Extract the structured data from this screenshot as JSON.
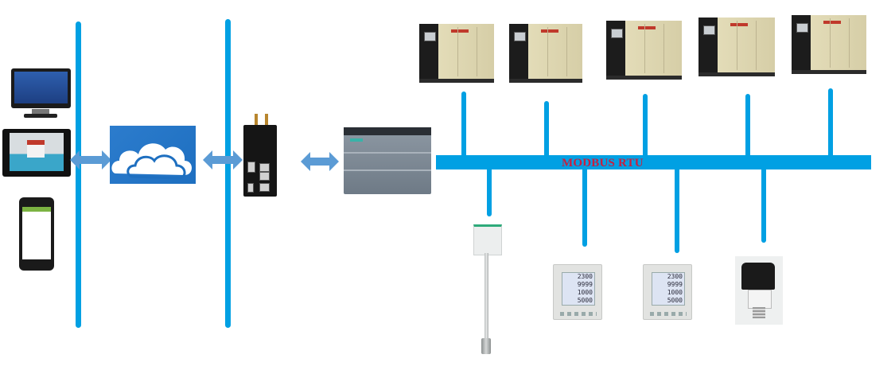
{
  "diagram": {
    "type": "network-topology",
    "bus_label": "MODBUS RTU",
    "colors": {
      "line": "#00A0E3",
      "arrow": "#5B9BD5",
      "bus_label": "#C8203F",
      "cloud": "#1E6FC0"
    },
    "clients": [
      {
        "name": "desktop-monitor",
        "kind": "SCADA monitor"
      },
      {
        "name": "tablet",
        "kind": "HMI tablet"
      },
      {
        "name": "smartphone",
        "kind": "mobile app"
      }
    ],
    "cloud": {
      "kind": "cloud service"
    },
    "gateway": {
      "kind": "4G/LTE industrial router"
    },
    "plc": {
      "kind": "PLC controller"
    },
    "compressors": [
      {
        "id": 1,
        "kind": "air compressor"
      },
      {
        "id": 2,
        "kind": "air compressor"
      },
      {
        "id": 3,
        "kind": "air compressor"
      },
      {
        "id": 4,
        "kind": "air compressor"
      },
      {
        "id": 5,
        "kind": "air compressor"
      }
    ],
    "field_devices": [
      {
        "kind": "thermal flow meter"
      },
      {
        "kind": "power meter",
        "readings": [
          "2300",
          "9999",
          "1000",
          "5000"
        ]
      },
      {
        "kind": "power meter",
        "readings": [
          "2300",
          "9999",
          "1000",
          "5000"
        ]
      },
      {
        "kind": "pressure transmitter"
      }
    ],
    "links": [
      {
        "from": "clients",
        "to": "cloud",
        "direction": "bidirectional"
      },
      {
        "from": "cloud",
        "to": "gateway",
        "direction": "bidirectional"
      },
      {
        "from": "gateway",
        "to": "plc",
        "direction": "bidirectional"
      },
      {
        "from": "plc",
        "to": "modbus-bus",
        "direction": "wired"
      }
    ]
  }
}
